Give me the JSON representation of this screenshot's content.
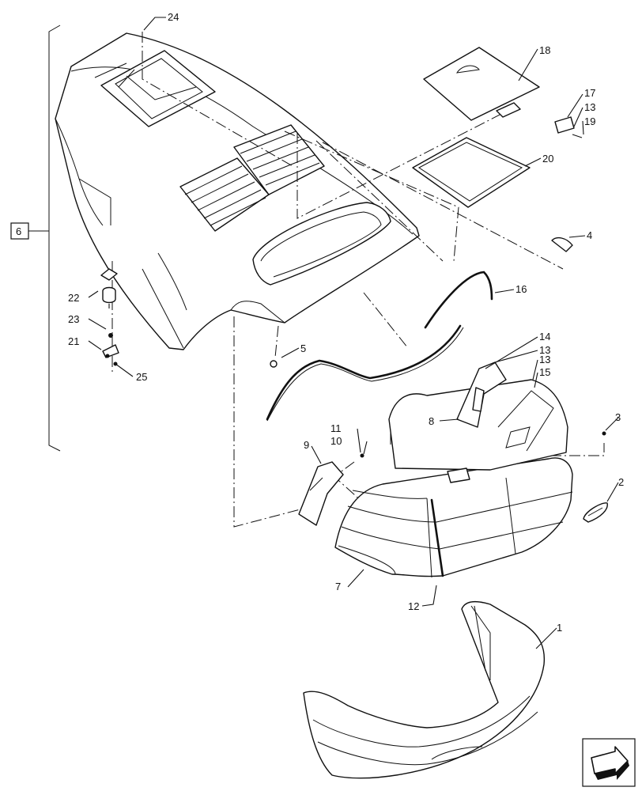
{
  "diagram": {
    "callouts": [
      "1",
      "2",
      "3",
      "4",
      "5",
      "6",
      "7",
      "8",
      "9",
      "10",
      "11",
      "12",
      "13",
      "13",
      "13",
      "14",
      "15",
      "16",
      "17",
      "18",
      "19",
      "20",
      "21",
      "22",
      "23",
      "24",
      "25"
    ],
    "group_label": "6",
    "nav_icon": "next-page-arrow-icon"
  }
}
